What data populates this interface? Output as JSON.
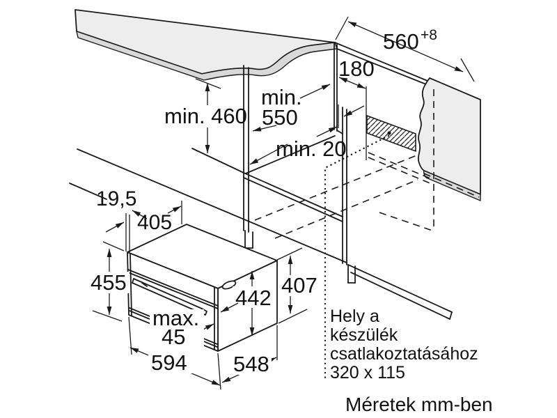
{
  "colors": {
    "line": "#1a1a1a",
    "surface_fill": "#ededed",
    "edge_fill": "#d9d9d9",
    "background": "#ffffff"
  },
  "dimensions": {
    "niche_width": {
      "value": "560",
      "tolerance": "+8"
    },
    "connection_offset": "180",
    "niche_depth_line1": "min.",
    "niche_depth_line2": "550",
    "niche_height": "min. 460",
    "rear_gap": "min. 20",
    "top_inset": "19,5",
    "top_depth": "405",
    "front_height": "455",
    "body_height": "442",
    "rear_height": "407",
    "door_clearance_line1": "max.",
    "door_clearance_line2": "45",
    "front_width": "594",
    "body_depth": "548"
  },
  "connection_note": {
    "line1": "Hely a",
    "line2": "készülék",
    "line3": "csatlakoztatásához",
    "line4": "320 x 115"
  },
  "footer": {
    "units_label": "Méretek mm-ben"
  }
}
